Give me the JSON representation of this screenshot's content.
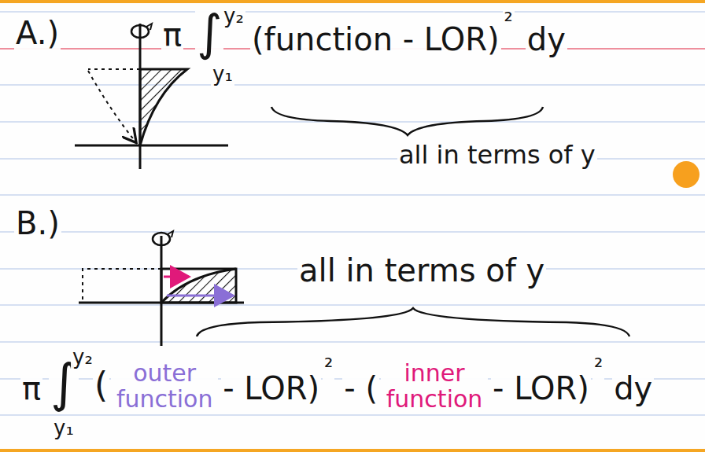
{
  "diagram": {
    "labels": [
      "A.)",
      "π",
      "∫",
      "y₂",
      "y₁",
      "(function - LOR)",
      "²",
      "dy",
      "all in terms of y",
      "B.)",
      "all in terms of y",
      "π",
      "∫",
      "y₂",
      "y₁",
      "(",
      "outer function",
      "- LOR)",
      "²",
      "- (",
      "inner function",
      "- LOR)",
      "²",
      "dy"
    ]
  }
}
